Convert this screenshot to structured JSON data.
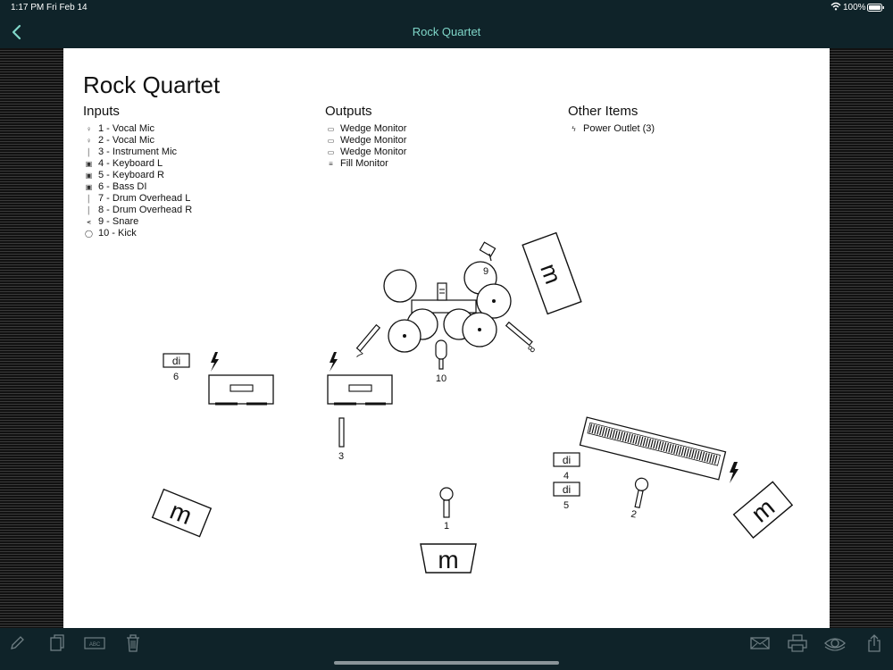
{
  "status_bar": {
    "time": "1:17 PM",
    "date": "Fri Feb 14",
    "battery": "100%"
  },
  "nav": {
    "title": "Rock Quartet",
    "back_icon": "chevron-left-icon"
  },
  "colors": {
    "accent": "#7fd6c8",
    "chrome": "#0f2329"
  },
  "document": {
    "title": "Rock Quartet",
    "inputs": {
      "heading": "Inputs",
      "items": [
        {
          "icon": "vocal-mic-icon",
          "label": "1 - Vocal Mic"
        },
        {
          "icon": "vocal-mic-icon",
          "label": "2 - Vocal Mic"
        },
        {
          "icon": "instrument-mic-icon",
          "label": "3 - Instrument Mic"
        },
        {
          "icon": "di-box-icon",
          "label": "4 - Keyboard L"
        },
        {
          "icon": "di-box-icon",
          "label": "5 - Keyboard R"
        },
        {
          "icon": "di-box-icon",
          "label": "6 - Bass DI"
        },
        {
          "icon": "instrument-mic-icon",
          "label": "7 - Drum Overhead L"
        },
        {
          "icon": "instrument-mic-icon",
          "label": "8 - Drum Overhead R"
        },
        {
          "icon": "clip-mic-icon",
          "label": "9 - Snare"
        },
        {
          "icon": "kick-mic-icon",
          "label": "10 - Kick"
        }
      ]
    },
    "outputs": {
      "heading": "Outputs",
      "items": [
        {
          "icon": "wedge-monitor-icon",
          "label": "Wedge Monitor"
        },
        {
          "icon": "wedge-monitor-icon",
          "label": "Wedge Monitor"
        },
        {
          "icon": "wedge-monitor-icon",
          "label": "Wedge Monitor"
        },
        {
          "icon": "fill-monitor-icon",
          "label": "Fill Monitor"
        }
      ]
    },
    "other": {
      "heading": "Other Items",
      "items": [
        {
          "icon": "power-outlet-icon",
          "label": "Power Outlet (3)"
        }
      ]
    }
  },
  "stage": {
    "monitor_glyph": "m",
    "di_glyph": "di",
    "labels": {
      "mic1": "1",
      "mic2": "2",
      "mic3": "3",
      "di4": "4",
      "di5": "5",
      "di6": "6",
      "overhead7": "7",
      "overhead8": "8",
      "snare9": "9",
      "kick10": "10"
    }
  },
  "toolbar": {
    "left": [
      "pencil-icon",
      "duplicate-icon",
      "text-label-icon",
      "trash-icon"
    ],
    "right": [
      "mail-icon",
      "print-icon",
      "eye-icon",
      "share-icon"
    ]
  }
}
